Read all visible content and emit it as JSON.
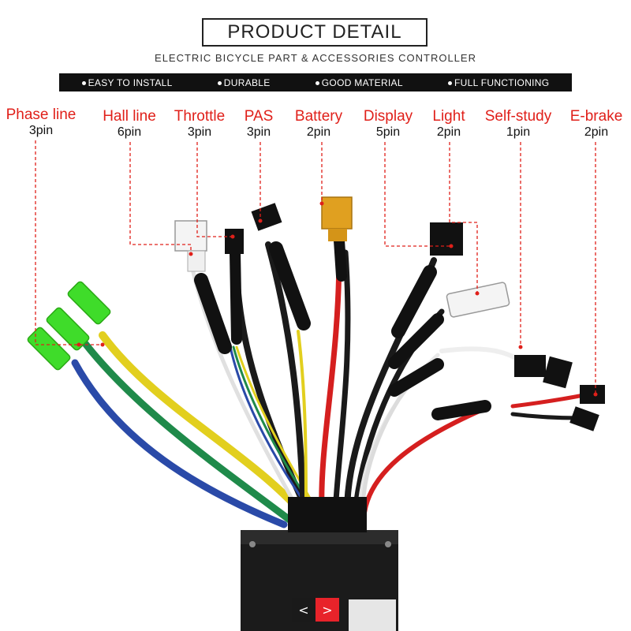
{
  "header": {
    "title": "PRODUCT  DETAIL",
    "subtitle": "ELECTRIC BICYCLE PART & ACCESSORIES CONTROLLER",
    "features": [
      "EASY TO INSTALL",
      "DURABLE",
      "GOOD MATERIAL",
      "FULL FUNCTIONING"
    ]
  },
  "labels": [
    {
      "name": "Phase line",
      "pin": "3pin"
    },
    {
      "name": "Hall line",
      "pin": "6pin"
    },
    {
      "name": "Throttle",
      "pin": "3pin"
    },
    {
      "name": "PAS",
      "pin": "3pin"
    },
    {
      "name": "Battery",
      "pin": "2pin"
    },
    {
      "name": "Display",
      "pin": "5pin"
    },
    {
      "name": "Light",
      "pin": "2pin"
    },
    {
      "name": "Self-study",
      "pin": "1pin"
    },
    {
      "name": "E-brake",
      "pin": "2pin"
    }
  ],
  "nav": {
    "prev": "<",
    "next": ">"
  },
  "colors": {
    "accent_red": "#e0201a",
    "bar": "#111111"
  }
}
